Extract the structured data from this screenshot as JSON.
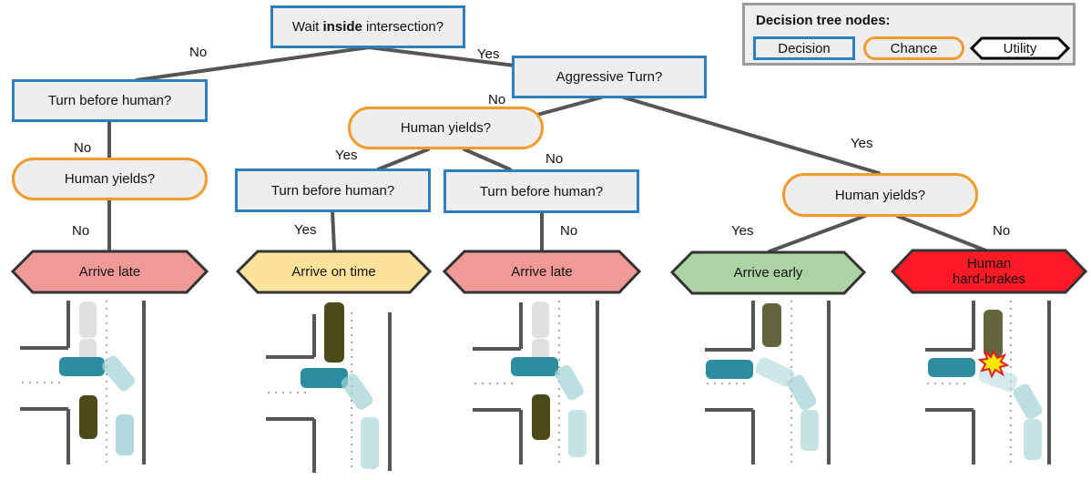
{
  "root": {
    "pre": "Wait ",
    "bold": "inside",
    "post": " intersection?"
  },
  "nodes": {
    "turn_before_human_left": "Turn before human?",
    "aggressive_turn": "Aggressive Turn?",
    "human_yields_left": "Human yields?",
    "human_yields_mid": "Human yields?",
    "turn_before_human_mid1": "Turn before human?",
    "turn_before_human_mid2": "Turn before human?",
    "human_yields_right": "Human yields?"
  },
  "utilities": {
    "u1": {
      "label": "Arrive late",
      "color": "#f09a98"
    },
    "u2": {
      "label": "Arrive on time",
      "color": "#fde39a"
    },
    "u3": {
      "label": "Arrive late",
      "color": "#f09a98"
    },
    "u4": {
      "label": "Arrive early",
      "color": "#acd4a2"
    },
    "u5": {
      "line1": "Human",
      "line2": "hard-brakes",
      "color": "#ff1a25"
    }
  },
  "edge_labels": {
    "root_no": "No",
    "root_yes": "Yes",
    "left_no": "No",
    "left_no2": "No",
    "aggr_no": "No",
    "aggr_yes": "Yes",
    "mid_yes": "Yes",
    "mid_no": "No",
    "mid1_yes": "Yes",
    "mid2_no": "No",
    "right_yes": "Yes",
    "right_no": "No"
  },
  "legend": {
    "title": "Decision tree nodes:",
    "decision": "Decision",
    "chance": "Chance",
    "utility": "Utility"
  },
  "colors": {
    "decision_border": "#2e7fc0",
    "chance_border": "#f29a2e",
    "node_fill": "#eeeeee",
    "edge": "#555555",
    "robot_car": "#2a8e9e",
    "human_car": "#4a4a1a"
  }
}
